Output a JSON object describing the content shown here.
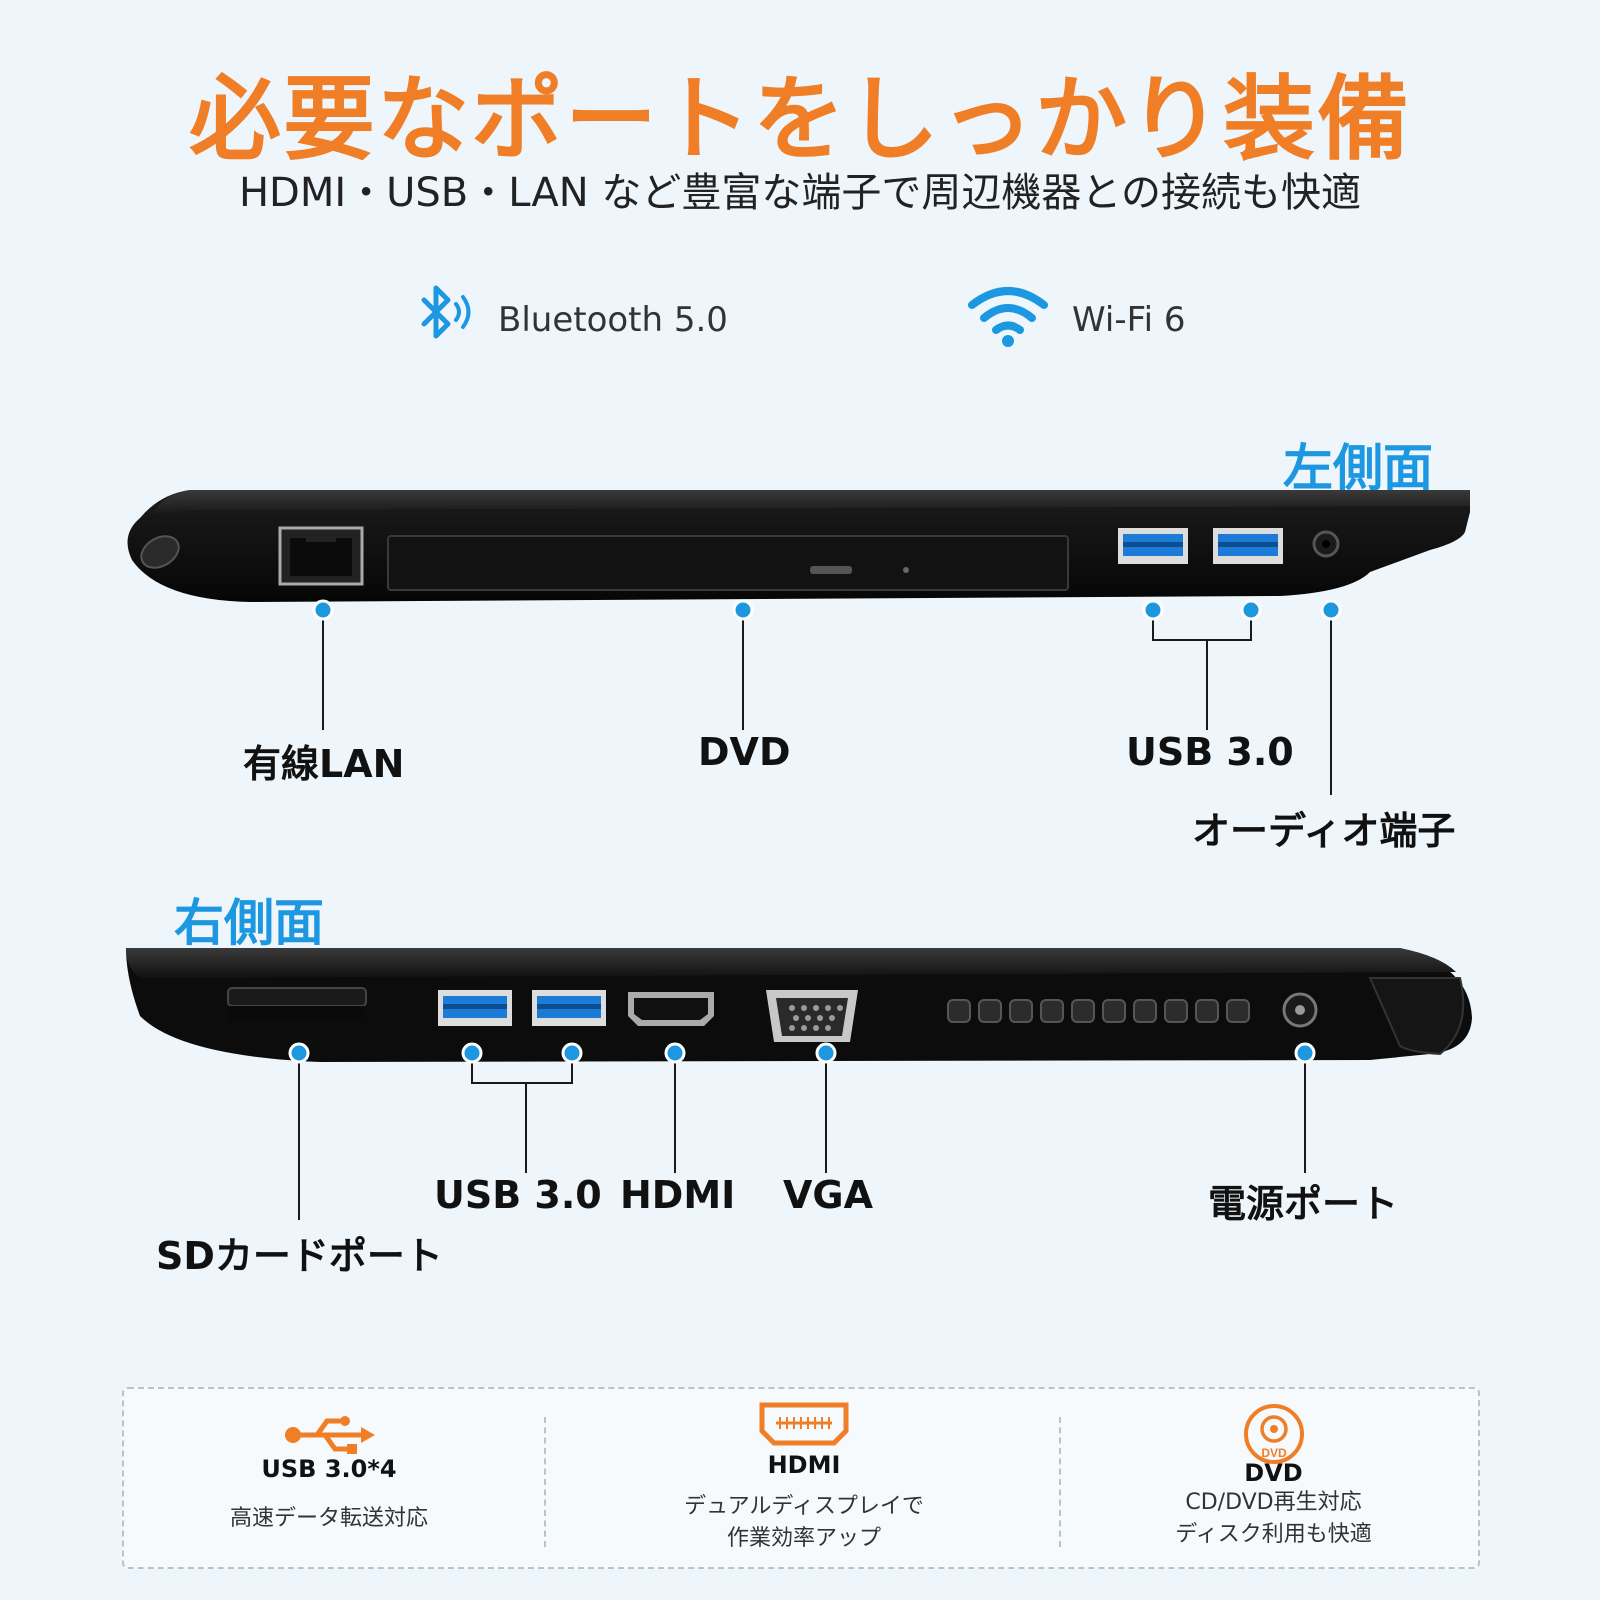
{
  "header": {
    "title": "必要なポートをしっかり装備",
    "subtitle": "HDMI・USB・LAN など豊富な端子で周辺機器との接続も快適"
  },
  "wireless": [
    {
      "icon": "bluetooth-icon",
      "label": "Bluetooth 5.0"
    },
    {
      "icon": "wifi-icon",
      "label": "Wi-Fi 6"
    }
  ],
  "left_side": {
    "label": "左側面",
    "ports": {
      "lan": "有線LAN",
      "dvd": "DVD",
      "usb": "USB 3.0",
      "audio": "オーディオ端子"
    }
  },
  "right_side": {
    "label": "右側面",
    "ports": {
      "sd": "SDカードポート",
      "usb": "USB 3.0",
      "hdmi": "HDMI",
      "vga": "VGA",
      "power": "電源ポート"
    }
  },
  "features": [
    {
      "icon": "usb-icon",
      "name": "USB 3.0*4",
      "desc": [
        "高速データ転送対応"
      ]
    },
    {
      "icon": "hdmi-icon",
      "name": "HDMI",
      "desc": [
        "デュアルディスプレイで",
        "作業効率アップ"
      ]
    },
    {
      "icon": "dvd-icon",
      "icon_text": "DVD",
      "name": "DVD",
      "desc": [
        "CD/DVD再生対応",
        "ディスク利用も快適"
      ]
    }
  ],
  "colors": {
    "accent": "#f07e26",
    "side_label": "#1d97e0",
    "marker": "#1d97e0",
    "background": "#eef6fc"
  }
}
